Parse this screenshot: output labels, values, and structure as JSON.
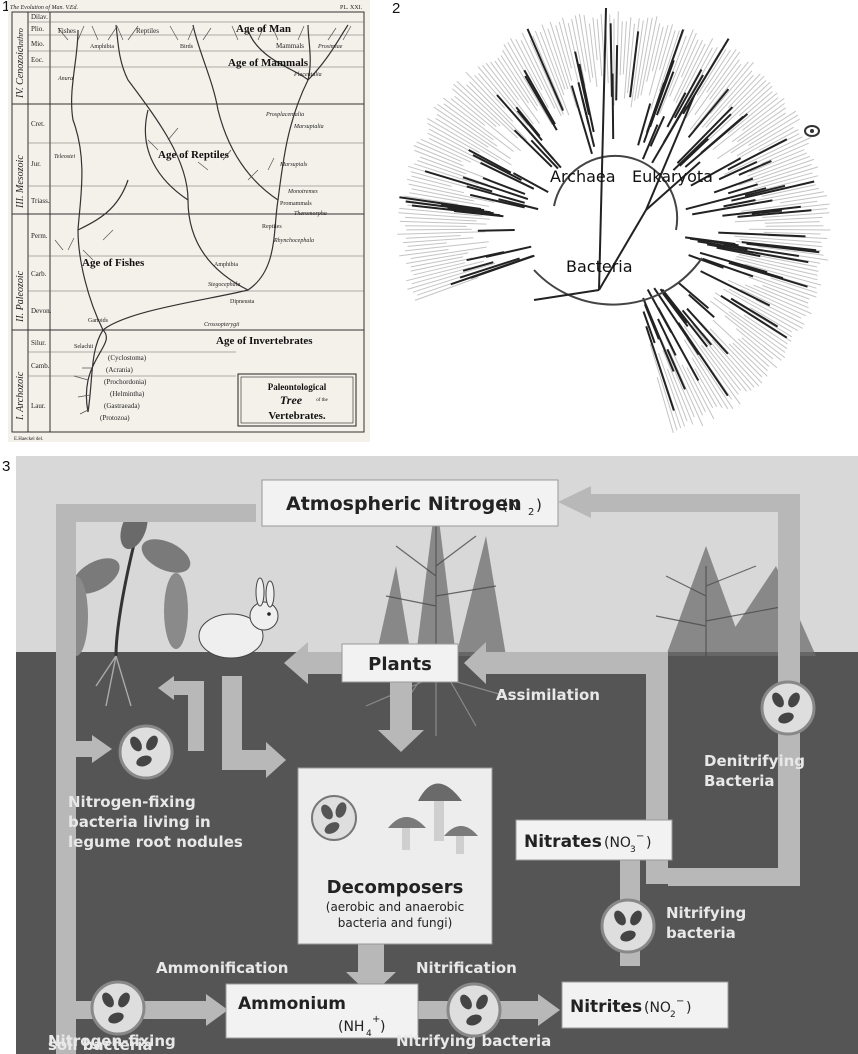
{
  "panel_numbers": [
    "1",
    "2",
    "3"
  ],
  "panel1": {
    "header_left": "The Evolution of Man. V.Ed.",
    "header_right": "PL. XXI.",
    "eras": [
      "I. Archozoic",
      "II. Paleozoic",
      "III. Mesozoic",
      "IV. Cenozoic",
      "Anthro"
    ],
    "periods": [
      "Dilav.",
      "Plio.",
      "Mio.",
      "Eoc.",
      "Cret.",
      "Jur.",
      "Triass.",
      "Perm.",
      "Carb.",
      "Devon.",
      "Silur.",
      "Camb.",
      "Laur."
    ],
    "top_labels": [
      "Fishes",
      "Amphibia",
      "Reptiles",
      "Birds",
      "Mammals"
    ],
    "ages": {
      "man": "Age of Man",
      "mammals": "Age of Mammals",
      "reptiles": "Age of Reptiles",
      "fishes": "Age of Fishes",
      "invertebrates": "Age of Invertebrates"
    },
    "group_labels": [
      "Placentalia",
      "Prosimiae",
      "Prosplacentalia",
      "Marsupialia",
      "Marsupials",
      "Monotremes",
      "Promammals",
      "Theromorpha",
      "Reptiles",
      "Rhynchocephala",
      "Amphibia",
      "Stegocephala",
      "Dipneusta",
      "Crossopterygii",
      "Ganoids",
      "Selachii",
      "Teleostei",
      "Anura"
    ],
    "invert_labels": [
      "(Cyclostoma)",
      "(Acrania)",
      "(Prochordonia)",
      "(Helmintha)",
      "(Gastraeada)",
      "(Protozoa)"
    ],
    "box": {
      "line1": "Paleontological",
      "line2": "Tree",
      "line3": "of the",
      "line4": "Vertebrates."
    },
    "footer": "E.Haeckel del."
  },
  "panel2": {
    "labels": {
      "archaea": "Archaea",
      "eukaryota": "Eukaryota",
      "bacteria": "Bacteria"
    }
  },
  "panel3": {
    "atmospheric": "Atmospheric Nitrogen",
    "atmospheric_formula": "(N",
    "atmospheric_sub": "2",
    "plants": "Plants",
    "assimilation": "Assimilation",
    "denitrifying": [
      "Denitrifying",
      "Bacteria"
    ],
    "nfix_nodules": [
      "Nitrogen-fixing",
      "bacteria living in",
      "legume root nodules"
    ],
    "decomposers": "Decomposers",
    "decomposers_sub": [
      "(aerobic and anaerobic",
      "bacteria and fungi)"
    ],
    "nitrates": "Nitrates",
    "nitrates_formula": "(NO",
    "nitrates_sub": "3",
    "nitrifying_right": [
      "Nitrifying",
      "bacteria"
    ],
    "ammonification": "Ammonification",
    "nitrification": "Nitrification",
    "ammonium": "Ammonium",
    "ammonium_formula": "(NH",
    "ammonium_sub": "4",
    "nitrites": "Nitrites",
    "nitrites_formula": "(NO",
    "nitrites_sub": "2",
    "nfix_soil": [
      "Nitrogen-fixing",
      "soil bacteria"
    ],
    "nitrifying_bottom": "Nitrifying bacteria"
  }
}
